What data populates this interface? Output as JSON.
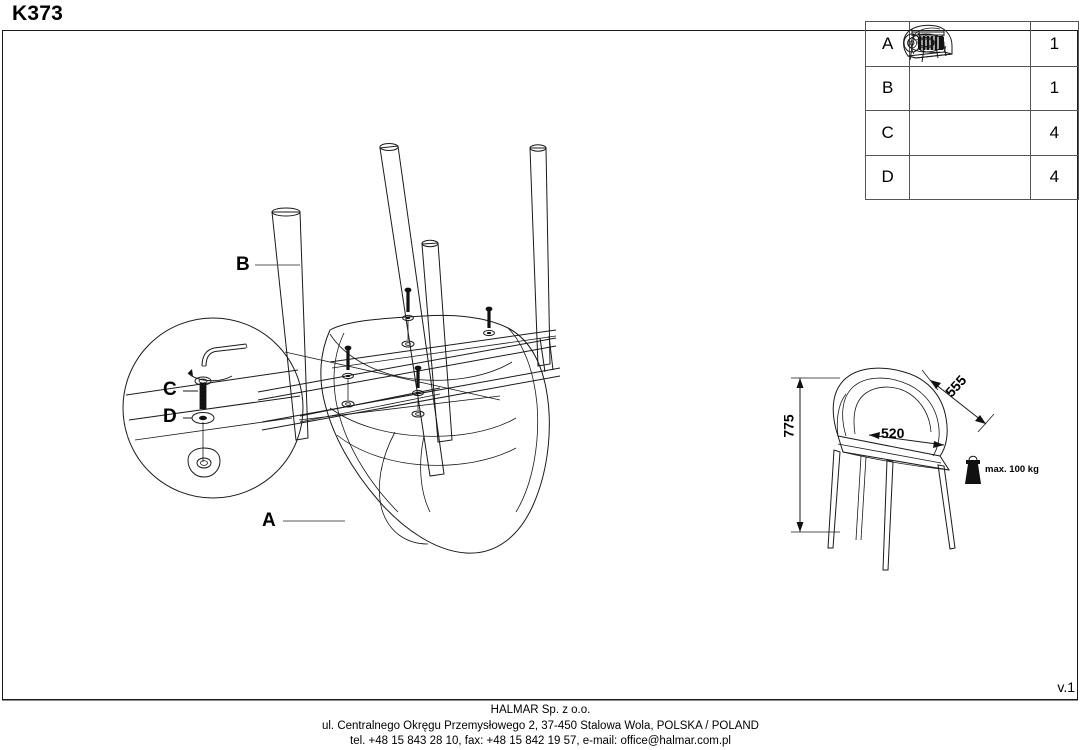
{
  "document": {
    "model_code": "K373",
    "version": "v.1"
  },
  "parts_table": {
    "columns": [
      "letter",
      "icon",
      "quantity"
    ],
    "rows": [
      {
        "letter": "A",
        "icon": "chair-seat-shell-icon",
        "quantity": "1"
      },
      {
        "letter": "B",
        "icon": "chair-leg-frame-icon",
        "quantity": "1"
      },
      {
        "letter": "C",
        "icon": "hex-socket-bolt-icon",
        "quantity": "4"
      },
      {
        "letter": "D",
        "icon": "flat-washer-icon",
        "quantity": "4"
      }
    ]
  },
  "assembly_diagram": {
    "labels": {
      "seat": "A",
      "legs": "B",
      "bolt": "C",
      "washer": "D"
    },
    "detail_callout": {
      "tool": "allen-key-icon",
      "rotation": "tighten-arrow-icon"
    }
  },
  "dimension_diagram": {
    "height": "775",
    "width": "520",
    "depth": "555",
    "max_load": "max. 100 kg",
    "weight_icon": "weight-kettlebell-icon"
  },
  "footer": {
    "company": "HALMAR Sp. z o.o.",
    "address": "ul. Centralnego Okręgu Przemysłowego 2, 37-450 Stalowa Wola, POLSKA / POLAND",
    "contact": "tel. +48 15 843 28 10, fax: +48 15 842 19 57, e-mail: office@halmar.com.pl"
  }
}
